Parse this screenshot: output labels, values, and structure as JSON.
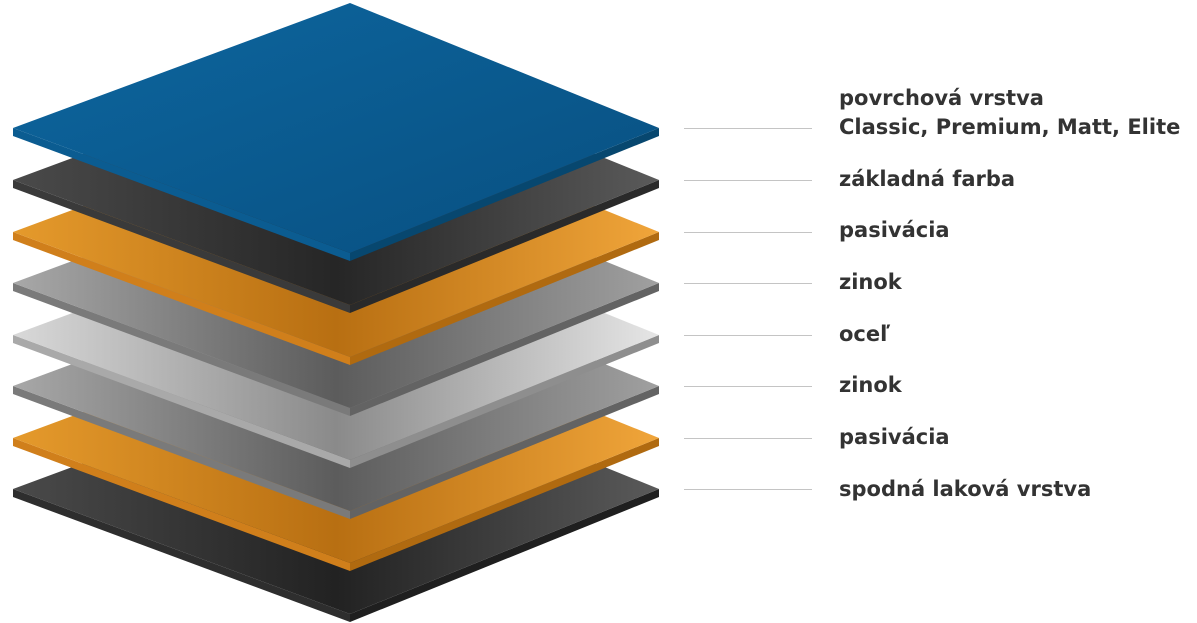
{
  "layers": [
    {
      "id": "top-coat",
      "lines": [
        "povrchová vrstva",
        "Classic, Premium, Matt, Elite"
      ],
      "color": "#0a5f96"
    },
    {
      "id": "primer",
      "lines": [
        "základná farba"
      ],
      "color": "#555555"
    },
    {
      "id": "passivation",
      "lines": [
        "pasivácia"
      ],
      "color": "#e8931f"
    },
    {
      "id": "zinc",
      "lines": [
        "zinok"
      ],
      "color": "#9b9b9b"
    },
    {
      "id": "steel",
      "lines": [
        "oceľ"
      ],
      "color": "#cfcfcf"
    },
    {
      "id": "zinc-2",
      "lines": [
        "zinok"
      ],
      "color": "#9b9b9b"
    },
    {
      "id": "passivation-2",
      "lines": [
        "pasivácia"
      ],
      "color": "#e8931f"
    },
    {
      "id": "back-coat",
      "lines": [
        "spodná laková vrstva"
      ],
      "color": "#4a4a4a"
    }
  ]
}
